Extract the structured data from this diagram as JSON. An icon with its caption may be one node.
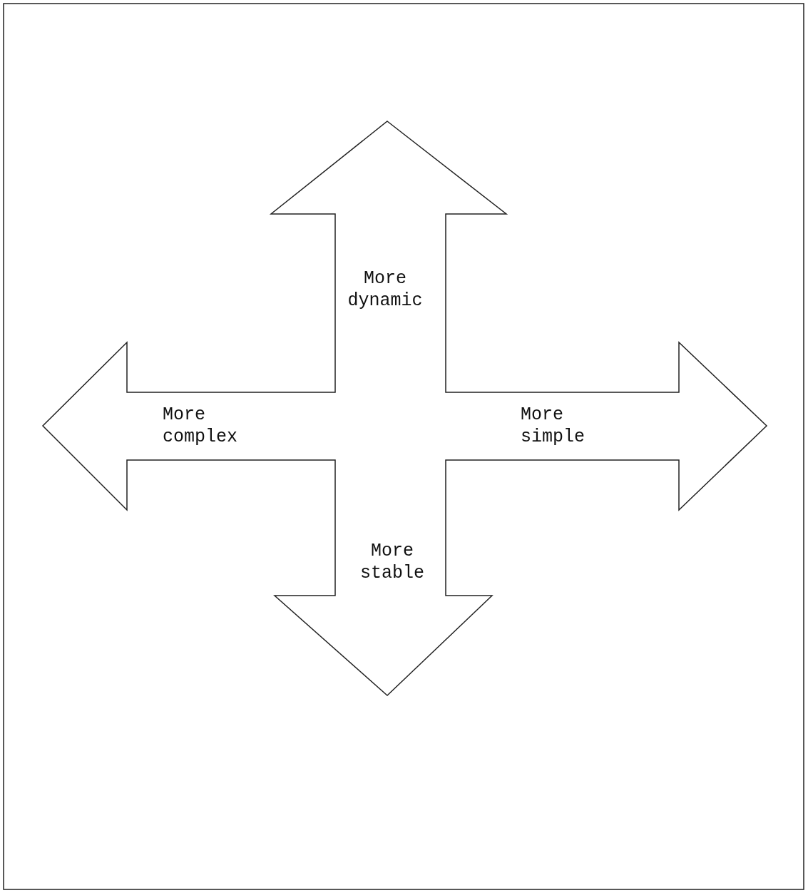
{
  "diagram": {
    "labels": [
      "More dynamic",
      "More complex",
      "More simple",
      "More stable"
    ]
  }
}
